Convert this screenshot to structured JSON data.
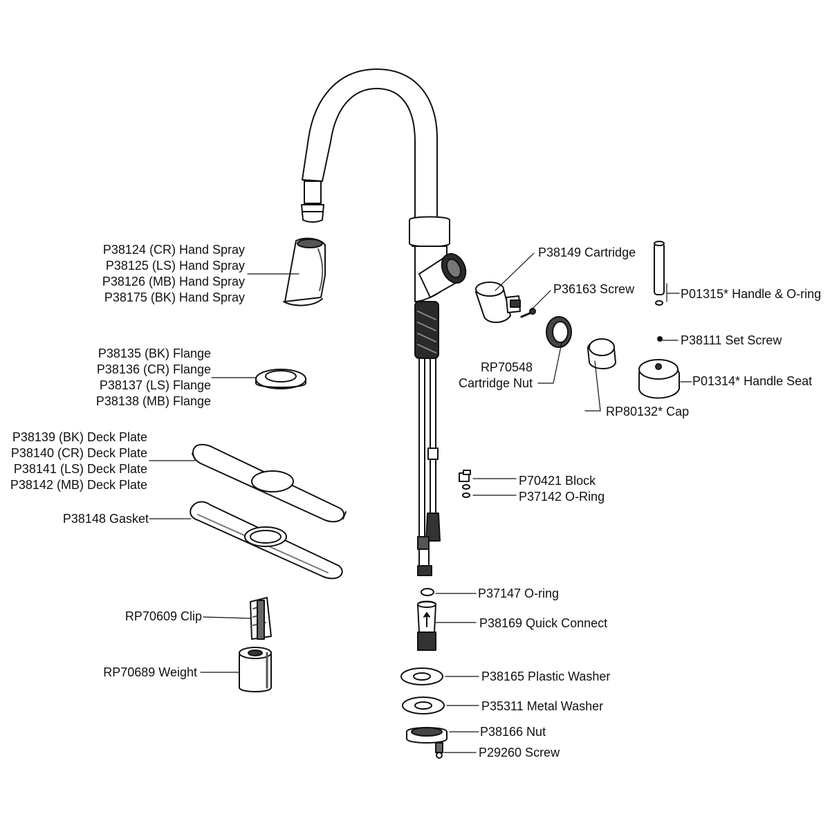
{
  "colors": {
    "line": "#111111",
    "dark": "#3a3a3a",
    "mid": "#8a8a8a",
    "light": "#e9e9e9",
    "background": "#ffffff"
  },
  "labels": {
    "hand_spray": [
      "P38124 (CR) Hand Spray",
      "P38125 (LS) Hand Spray",
      "P38126 (MB) Hand Spray",
      "P38175 (BK) Hand Spray"
    ],
    "flange": [
      "P38135 (BK) Flange",
      "P38136 (CR) Flange",
      "P38137 (LS) Flange",
      "P38138 (MB) Flange"
    ],
    "deck_plate": [
      "P38139 (BK) Deck Plate",
      "P38140 (CR) Deck Plate",
      "P38141 (LS) Deck Plate",
      "P38142 (MB) Deck Plate"
    ],
    "gasket": "P38148 Gasket",
    "clip": "RP70609 Clip",
    "weight": "RP70689 Weight",
    "cartridge": "P38149 Cartridge",
    "screw_36163": "P36163 Screw",
    "handle_oring": "P01315* Handle & O-ring",
    "set_screw": "P38111 Set Screw",
    "cartridge_nut": [
      "RP70548",
      "Cartridge Nut"
    ],
    "handle_seat": "P01314* Handle Seat",
    "cap": "RP80132* Cap",
    "block": "P70421 Block",
    "oring_37142": "P37142 O-Ring",
    "oring_37147": "P37147 O-ring",
    "quick_connect": "P38169 Quick Connect",
    "plastic_washer": "P38165 Plastic Washer",
    "metal_washer": "P35311 Metal Washer",
    "nut": "P38166 Nut",
    "screw_29260": "P29260 Screw"
  }
}
